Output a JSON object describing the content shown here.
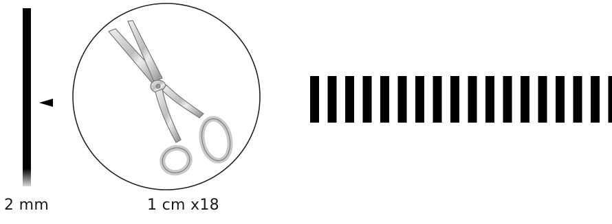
{
  "captions": {
    "scale_bar": "2 mm",
    "magnified_view": "1 cm x18"
  },
  "stripes": {
    "count": 18
  },
  "colors": {
    "ink": "#000000",
    "circle_stroke": "#222222",
    "metal_light": "#e6e6e6",
    "metal_dark": "#8a8a8a"
  },
  "icons": {
    "pointer": "triangle-pointer-icon",
    "tool": "scissors-icon"
  }
}
